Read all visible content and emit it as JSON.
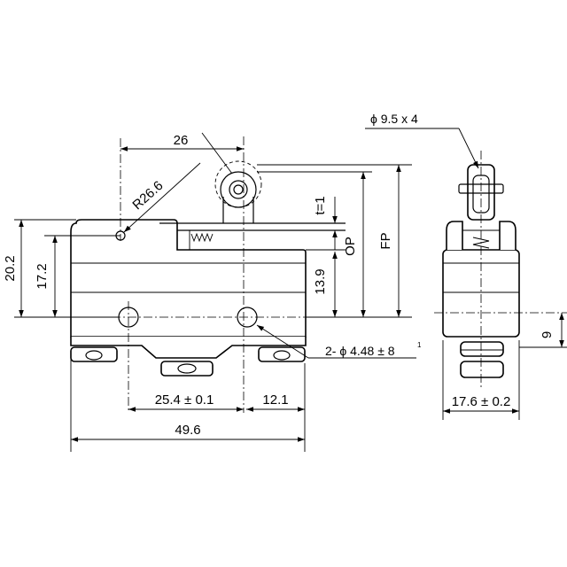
{
  "dimensions": {
    "width_26": "26",
    "radius": "R26.6",
    "lever_roller": "ϕ 9.5 x 4",
    "t": "t=1",
    "op": "OP",
    "fp": "FP",
    "h_13_9": "13.9",
    "h_20_2": "20.2",
    "h_17_2": "17.2",
    "h_9": "9",
    "holes_prefix": "2- ϕ 4.48 ± 8",
    "holes_sup": "1",
    "spacing_25_4": "25.4 ± 0.1",
    "spacing_12_1": "12.1",
    "length_49_6": "49.6",
    "width_17_6": "17.6 ± 0.2"
  }
}
